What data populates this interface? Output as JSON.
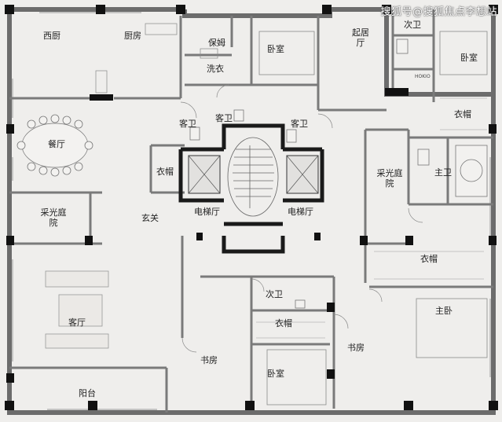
{
  "watermark": "搜狐号@搜狐焦点李想站",
  "rooms": {
    "west_kitchen": "西厨",
    "kitchen": "厨房",
    "maid": "保姆",
    "laundry": "洗衣",
    "bedroom": "卧室",
    "living_room_top": "起居厅",
    "bath_second": "次卫",
    "bedroom_right": "卧室",
    "closet_right_top": "衣帽",
    "dining": "餐厅",
    "guest_bath_1": "客卫",
    "guest_bath_2": "客卫",
    "guest_bath_3": "客卫",
    "closet_left": "衣帽",
    "lightwell_right": "采光庭院",
    "master_bath": "主卫",
    "lightwell_left": "采光庭院",
    "foyer": "玄关",
    "elevator_hall_1": "电梯厅",
    "elevator_hall_2": "电梯厅",
    "closet_master": "衣帽",
    "bath_second_2": "次卫",
    "living": "客厅",
    "master_bedroom": "主卧",
    "closet_mid": "衣帽",
    "study_left": "书房",
    "study_right": "书房",
    "bedroom_bottom": "卧室",
    "balcony": "阳台"
  },
  "misc": {
    "meter_label": "HOKIO"
  }
}
